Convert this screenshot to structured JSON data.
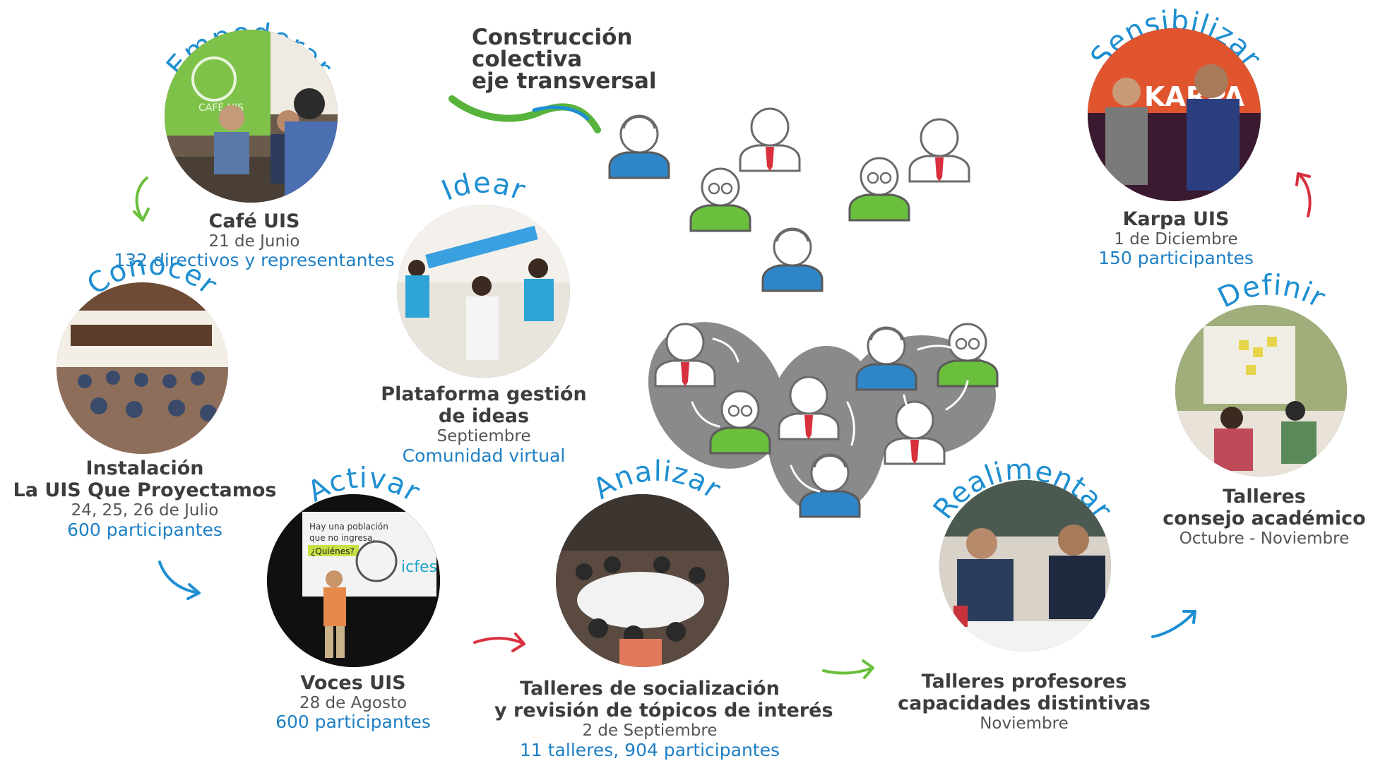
{
  "headline": [
    "Construcción",
    "colectiva",
    "eje transversal"
  ],
  "steps": {
    "empoderar": {
      "phase": "Empoderar",
      "title": "Café UIS",
      "date": "21 de Junio",
      "stat": "132 directivos y representantes"
    },
    "conocer": {
      "phase": "Conocer",
      "title_1": "Instalación",
      "title_2": "La UIS Que Proyectamos",
      "date": "24, 25, 26 de Julio",
      "stat": "600 participantes"
    },
    "idear": {
      "phase": "Idear",
      "title_1": "Plataforma gestión",
      "title_2": "de ideas",
      "date": "Septiembre",
      "stat": "Comunidad virtual"
    },
    "activar": {
      "phase": "Activar",
      "title": "Voces UIS",
      "date": "28 de Agosto",
      "stat": "600 participantes"
    },
    "analizar": {
      "phase": "Analizar",
      "title_1": "Talleres de socialización",
      "title_2": "y revisión de tópicos de interés",
      "date": "2 de Septiembre",
      "stat": "11 talleres, 904 participantes"
    },
    "realimentar": {
      "phase": "Realimentar",
      "title_1": "Talleres profesores",
      "title_2": "capacidades distintivas",
      "date": "Noviembre"
    },
    "definir": {
      "phase": "Definir",
      "title_1": "Talleres",
      "title_2": "consejo académico",
      "date": "Octubre - Noviembre"
    },
    "sensibilizar": {
      "phase": "Sensibilizar",
      "title": "Karpa UIS",
      "date": "1 de Diciembre",
      "stat": "150 participantes"
    }
  },
  "photo_text": {
    "cafe_sign": "CAFÉ UIS",
    "slide_line1": "Hay una población",
    "slide_line2": "que no ingresa.",
    "slide_line3": "¿Quiénes?",
    "slide_logo": "icfes",
    "karpa_banner": "KARPA"
  },
  "icons": [
    "person-icon",
    "arrow-icon",
    "swoosh-icon"
  ],
  "colors": {
    "accent_blue": "#1e8fd2",
    "green": "#6abf3c",
    "red": "#d9303e",
    "text_dark": "#3d3d3d",
    "gray": "#8a8a8a"
  }
}
